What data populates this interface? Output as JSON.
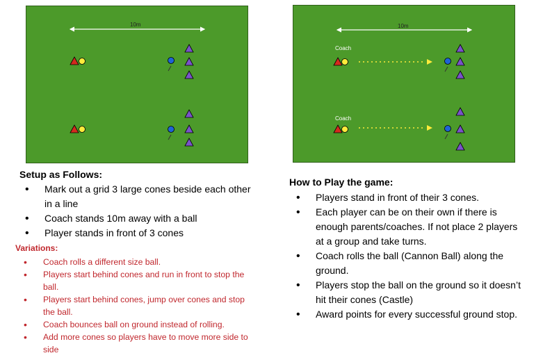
{
  "left_diagram": {
    "distance_label": "10m"
  },
  "right_diagram": {
    "distance_label": "10m",
    "coach_label_1": "Coach",
    "coach_label_2": "Coach"
  },
  "colors": {
    "field": "#4c9a2a",
    "red_cone": "#d42a1e",
    "yellow_ball": "#ffeb3b",
    "blue_player": "#1e63d6",
    "purple_cone": "#7a52c9",
    "variation_text": "#c0272d"
  },
  "setup": {
    "title": "Setup as Follows:",
    "items": [
      "Mark out a grid 3 large cones beside each other in a line",
      "Coach stands 10m away with a ball",
      "Player stands in front of 3 cones"
    ]
  },
  "variations": {
    "title": "Variations:",
    "items": [
      "Coach rolls a different size ball.",
      "Players start behind cones and run in front to stop the ball.",
      "Players start behind cones, jump over cones and stop the ball.",
      "Coach bounces ball on ground instead of rolling.",
      "Add more cones so players have to move more side to side"
    ]
  },
  "how_to_play": {
    "title": "How to Play the game:",
    "items": [
      "Players stand in front of their 3 cones.",
      "Each player can be on their own if there is enough parents/coaches. If not place 2 players at a group and take turns.",
      "Coach rolls the ball (Cannon Ball)  along the ground.",
      "Players stop the ball on the ground so it doesn’t hit their cones (Castle)",
      "Award points for every successful ground stop."
    ]
  }
}
